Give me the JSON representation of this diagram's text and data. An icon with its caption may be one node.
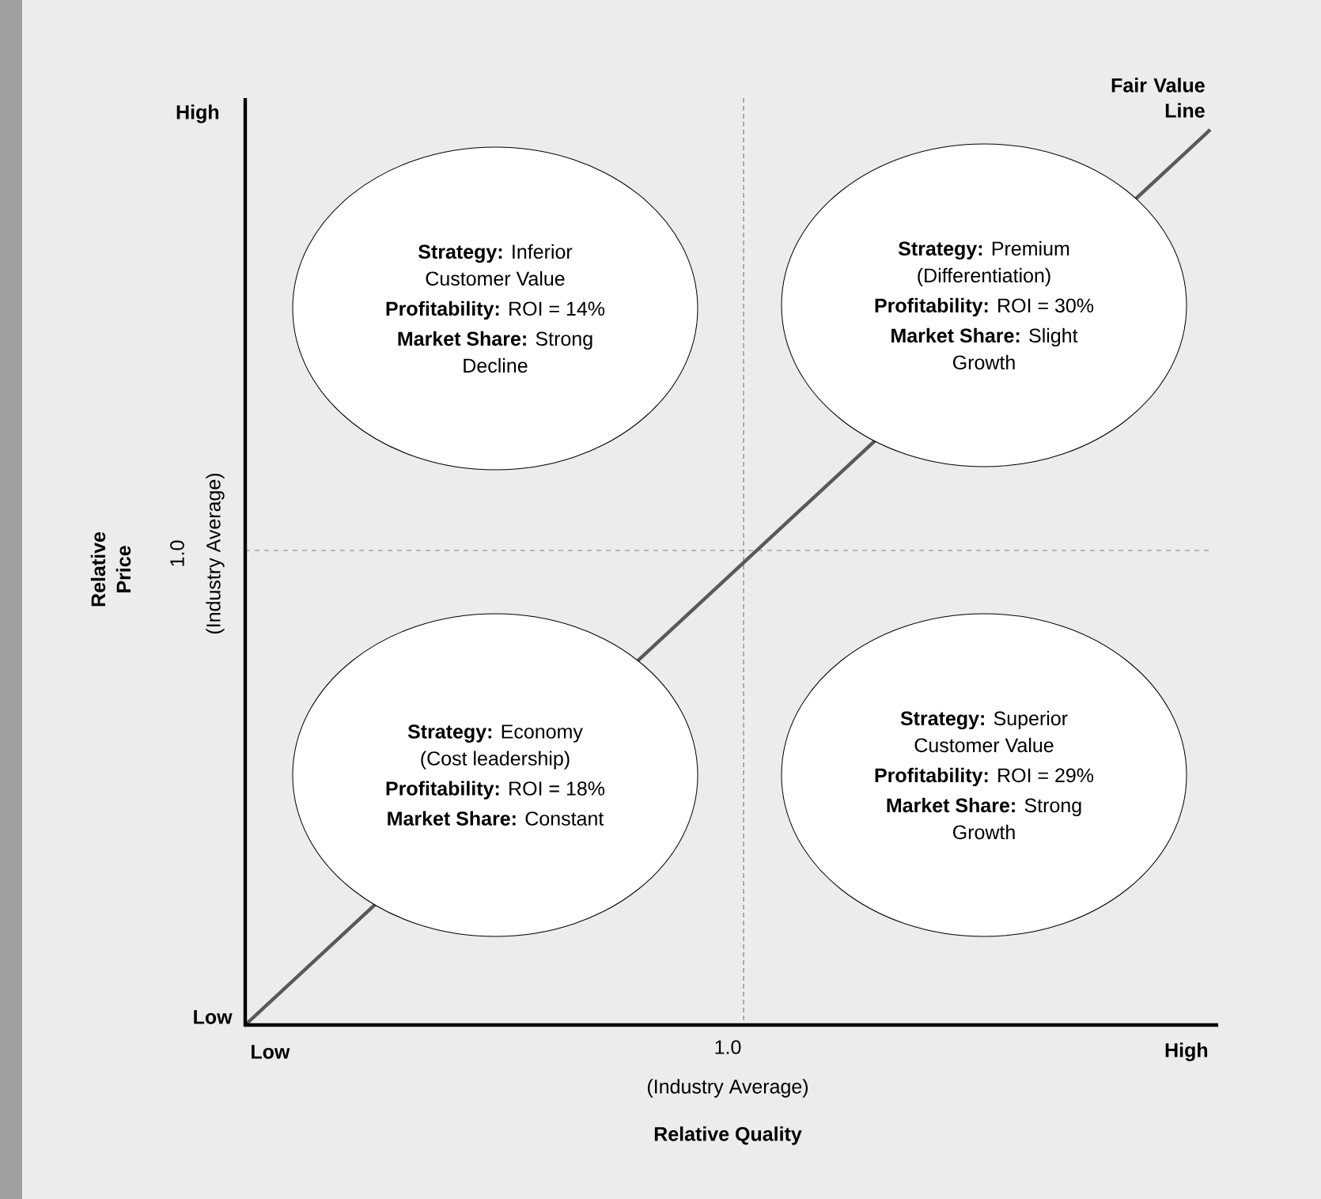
{
  "diagram": {
    "nodes": [
      {
        "text": [
          "**Strategy:** Inferior Customer Value",
          "**Profitability:** ROI = 14%",
          "**Market Share:** Strong Decline"
        ]
      },
      {
        "text": [
          "**Strategy:** Premium (Differentiation)",
          "**Profitability:** ROI = 30%",
          "**Market Share:** Slight Growth"
        ]
      },
      {
        "text": [
          "**Strategy:** Economy (Cost leadership)",
          "**Profitability:** ROI = 18%",
          "**Market Share:** Constant"
        ]
      },
      {
        "text": [
          "**Strategy:** Superior Customer Value",
          "**Profitability:** ROI = 29%",
          "**Market Share:** Strong Growth"
        ]
      }
    ],
    "labels": [
      "Fair Value Line",
      "High",
      "Relative Price",
      "1.0",
      "(Industry Average)",
      "Low",
      "Low",
      "1.0",
      "High",
      "(Industry Average)",
      "Relative Quality"
    ]
  }
}
